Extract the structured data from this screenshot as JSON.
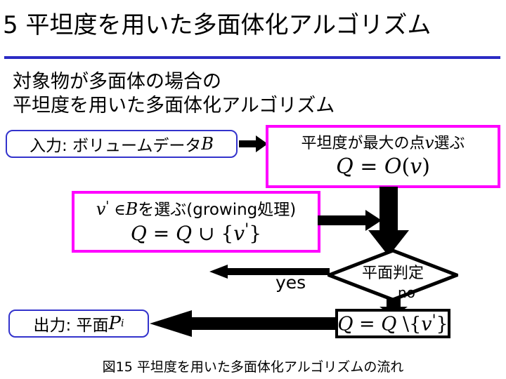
{
  "slide": {
    "title": "5  平坦度を用いた多面体化アルゴリズム",
    "subtitle_line1": "対象物が多面体の場合の",
    "subtitle_line2": "平坦度を用いた多面体化アルゴリズム",
    "caption": "図15  平坦度を用いた多面体化アルゴリズムの流れ",
    "rule_color": "#2b2bc4",
    "background": "#ffffff"
  },
  "flowchart": {
    "input_node": {
      "label_prefix": "入力: ボリュームデータ ",
      "symbol": "B",
      "border_color": "#3333cc",
      "shape": "rounded-rect"
    },
    "select_node": {
      "line1_prefix": "平坦度が最大の点",
      "line1_symbol": "v",
      "line1_suffix": "選ぶ",
      "formula_lhs": "Q",
      "formula_eq": "=",
      "formula_rhs_fn": "O",
      "formula_rhs_arg": "v",
      "border_color": "#ff00ff",
      "shape": "rect"
    },
    "growing_node": {
      "line1_var": "v",
      "line1_prime": "'",
      "line1_member": "∈",
      "line1_set": "B",
      "line1_text": "を選ぶ(growing処理)",
      "formula_lhs": "Q",
      "formula_eq": "=",
      "formula_rhs1": "Q",
      "formula_union": "∪",
      "formula_rhs2_open": "{",
      "formula_rhs2_var": "v",
      "formula_rhs2_prime": "'",
      "formula_rhs2_close": "}",
      "border_color": "#ff00ff",
      "shape": "rect"
    },
    "decision_node": {
      "label": "平面判定",
      "border_color": "#000000",
      "shape": "diamond"
    },
    "remove_node": {
      "formula_lhs": "Q",
      "formula_eq": "=",
      "formula_rhs": "Q",
      "formula_setminus": "\\",
      "formula_open": "{",
      "formula_var": "v",
      "formula_prime": "'",
      "formula_close": "}",
      "border_color": "#000000",
      "shape": "rect"
    },
    "output_node": {
      "label_prefix": "出力: 平面 ",
      "symbol": "P",
      "subscript": "i",
      "border_color": "#3333cc",
      "shape": "rounded-rect"
    },
    "edges": [
      {
        "name": "input-to-select",
        "label": ""
      },
      {
        "name": "select-to-decision",
        "label": ""
      },
      {
        "name": "growing-to-decision",
        "label": ""
      },
      {
        "name": "decision-to-growing",
        "label": "yes"
      },
      {
        "name": "decision-to-remove",
        "label": "no"
      },
      {
        "name": "remove-to-output",
        "label": ""
      }
    ],
    "yes_label": "yes",
    "no_label": "no",
    "arrow_color": "#000000"
  }
}
